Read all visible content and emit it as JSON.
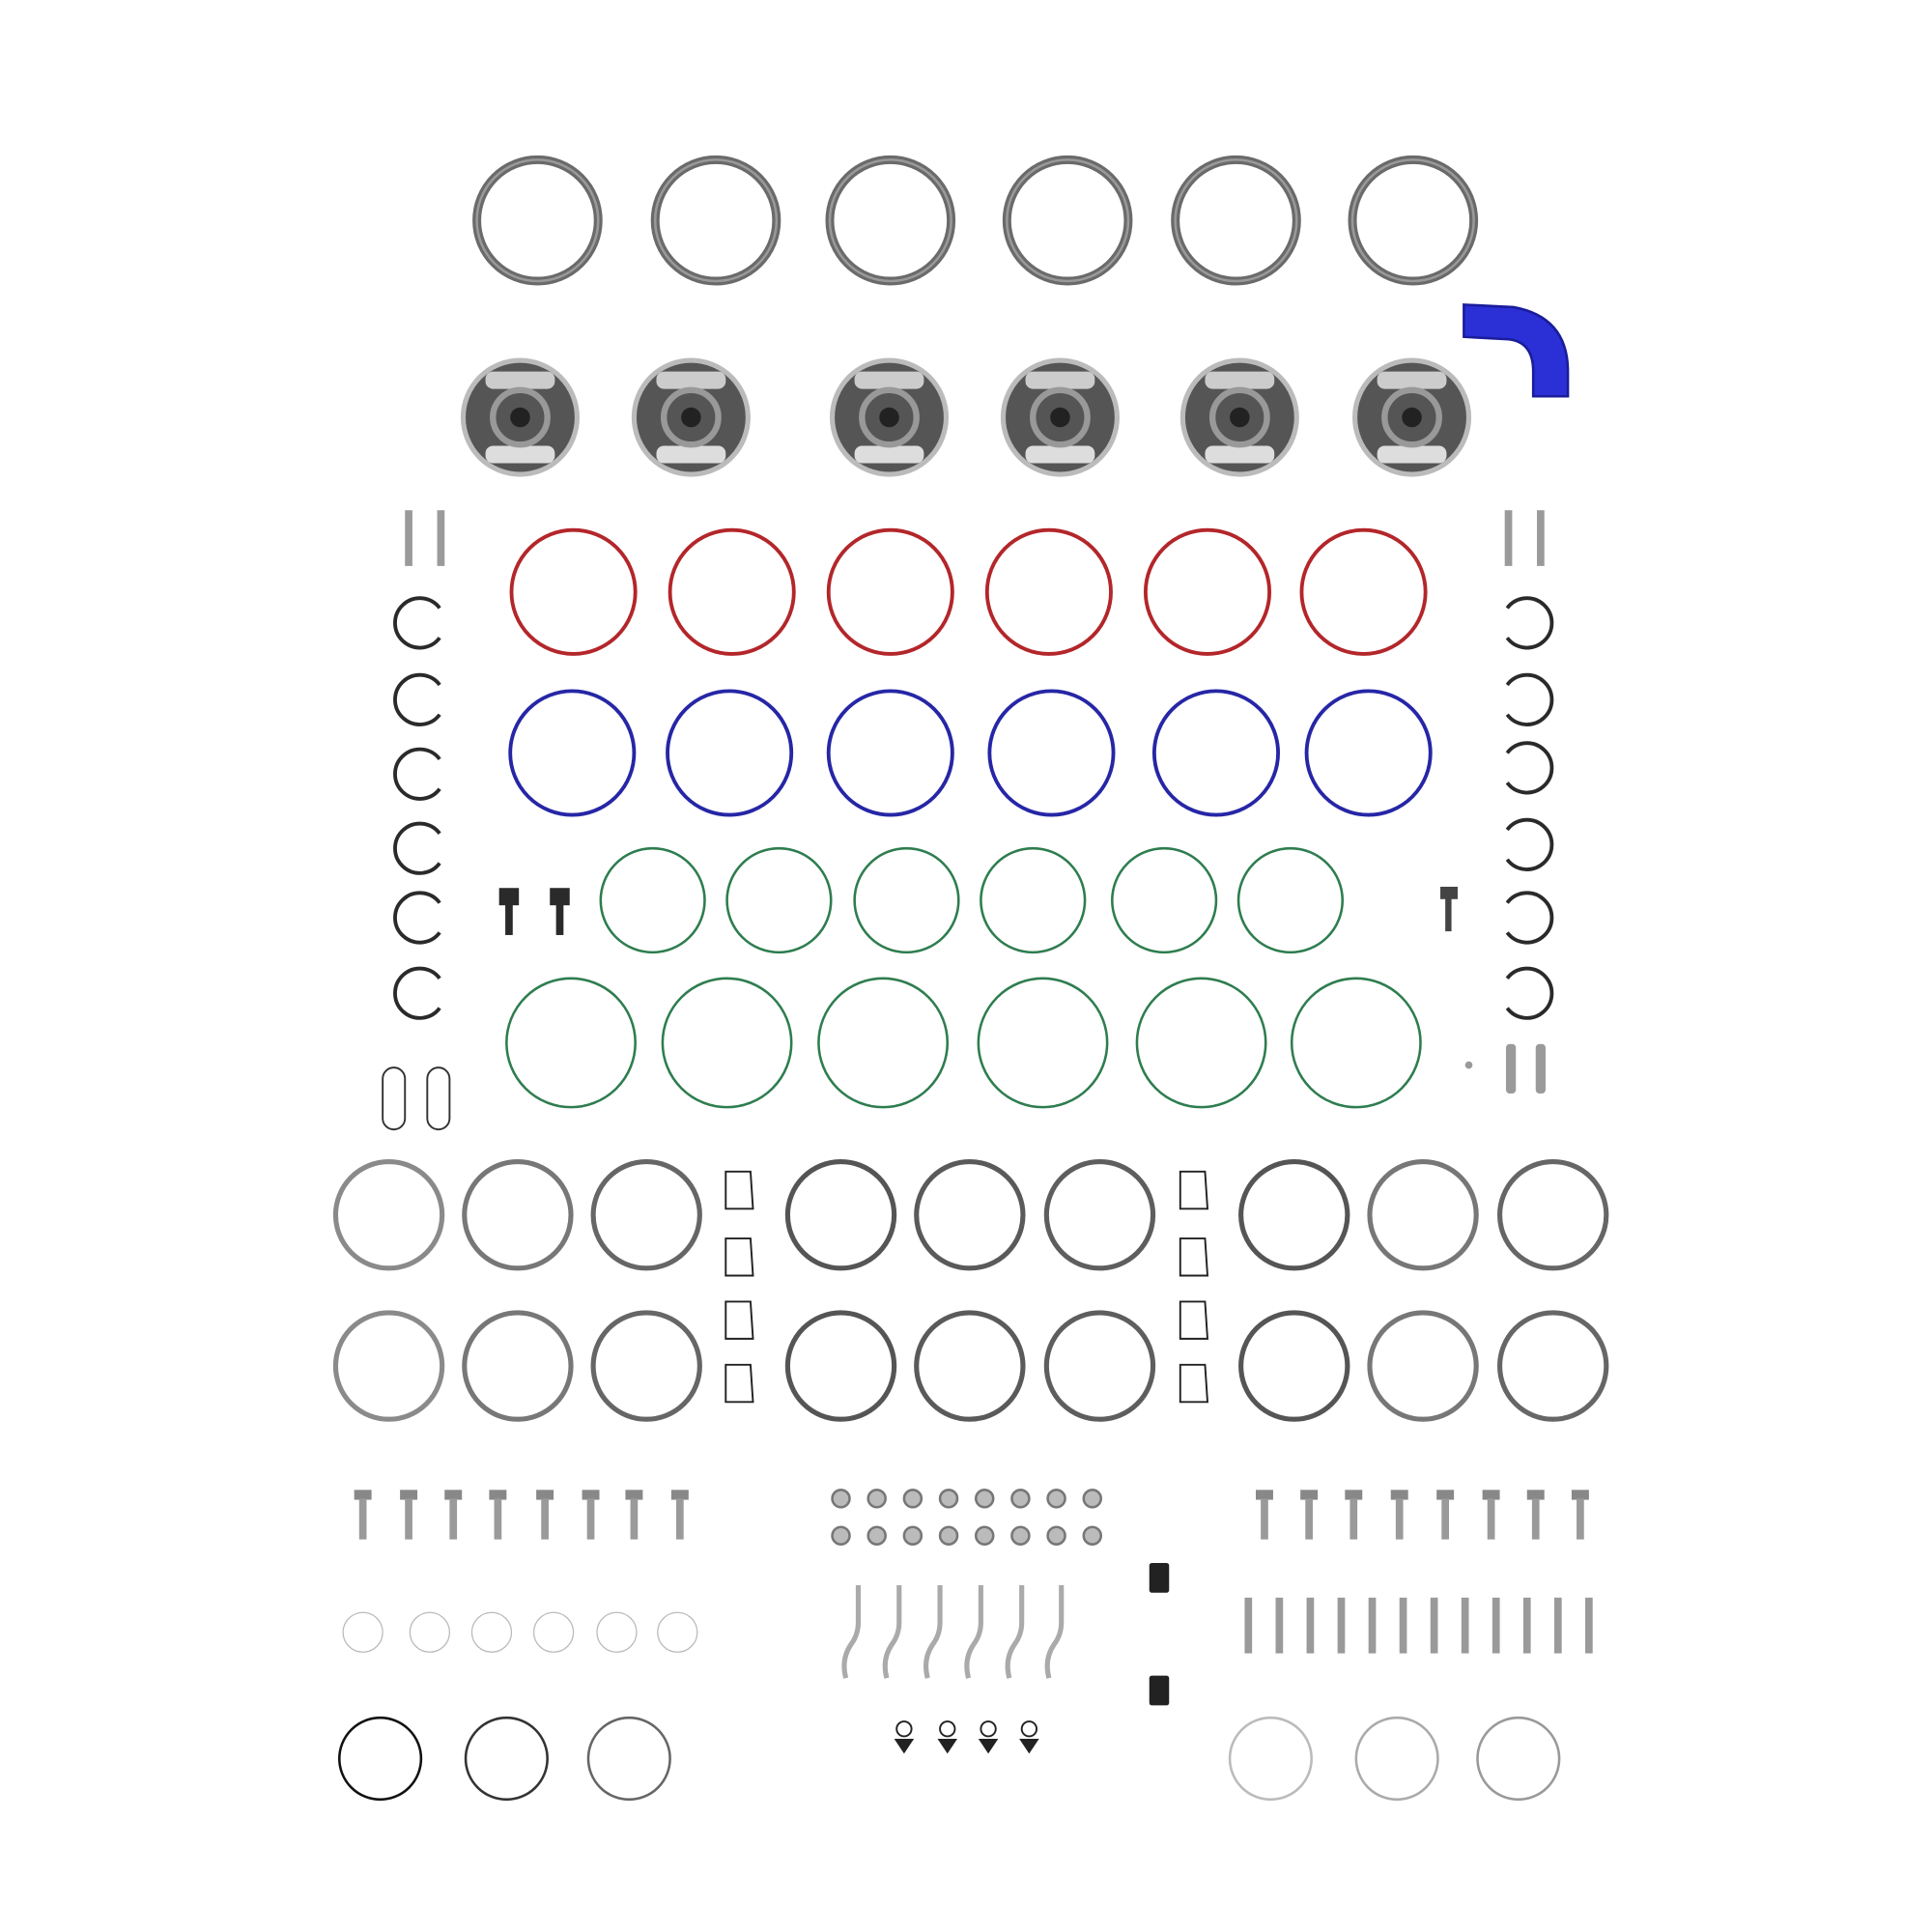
{
  "colors": {
    "background": "#ffffff",
    "gray_ring": "#6a6a6a",
    "red_seal": "#b3262a",
    "blue_seal": "#2626a6",
    "green_seal": "#2e7d4f",
    "blue_hose": "#2b2fd6",
    "metal": "#9a9a9a",
    "dark_part": "#2a2a2a"
  },
  "components": {
    "top_gray_rings": 6,
    "pistons": 6,
    "red_seals": 6,
    "blue_seals": 6,
    "small_green_seals": 6,
    "large_green_seals": 6,
    "retaining_clips": 12,
    "piston_rings": 18,
    "bolts": 16,
    "nuts": 16,
    "studs": 12,
    "hooks": 6
  }
}
